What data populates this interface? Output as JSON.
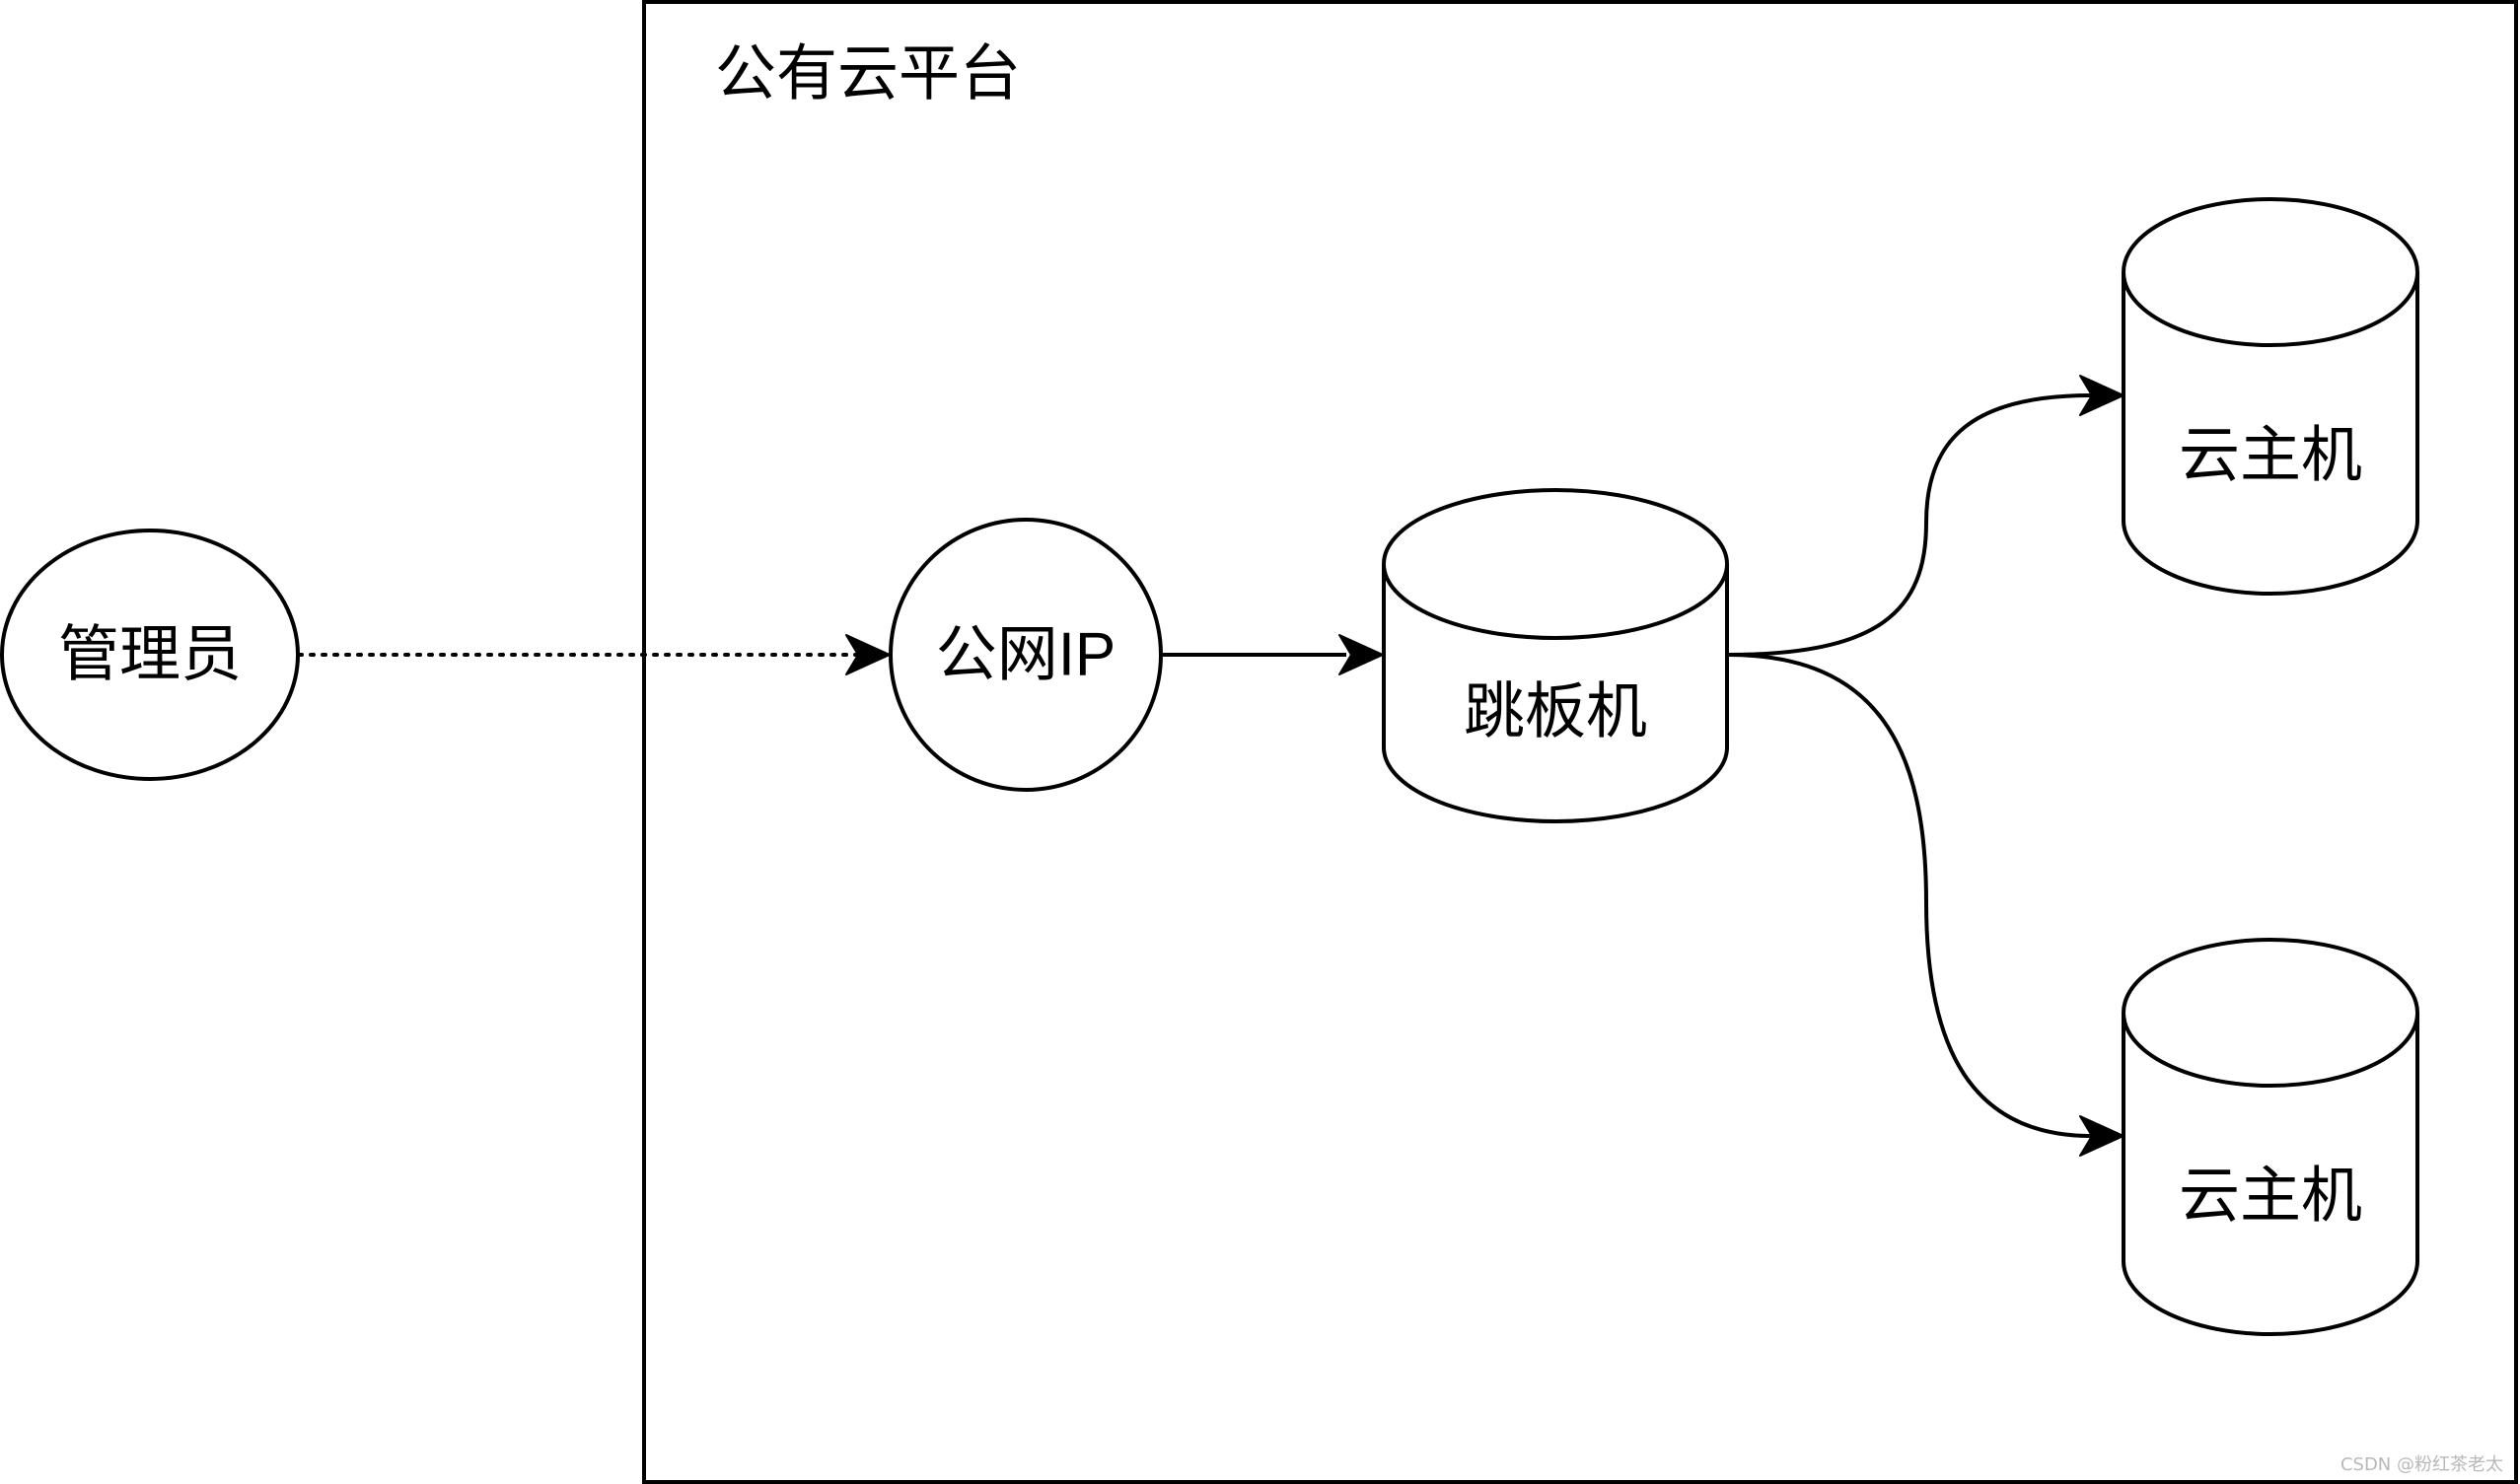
{
  "diagram": {
    "container_title": "公有云平台",
    "nodes": [
      {
        "id": "admin",
        "label": "管理员",
        "shape": "ellipse"
      },
      {
        "id": "public_ip",
        "label": "公网IP",
        "shape": "circle"
      },
      {
        "id": "bastion",
        "label": "跳板机",
        "shape": "cylinder"
      },
      {
        "id": "vm1",
        "label": "云主机",
        "shape": "cylinder"
      },
      {
        "id": "vm2",
        "label": "云主机",
        "shape": "cylinder"
      }
    ],
    "edges": [
      {
        "from": "admin",
        "to": "public_ip",
        "style": "dotted"
      },
      {
        "from": "public_ip",
        "to": "bastion",
        "style": "solid"
      },
      {
        "from": "bastion",
        "to": "vm1",
        "style": "solid-curved"
      },
      {
        "from": "bastion",
        "to": "vm2",
        "style": "solid-curved"
      }
    ]
  },
  "watermark": "CSDN @粉红茶老太"
}
